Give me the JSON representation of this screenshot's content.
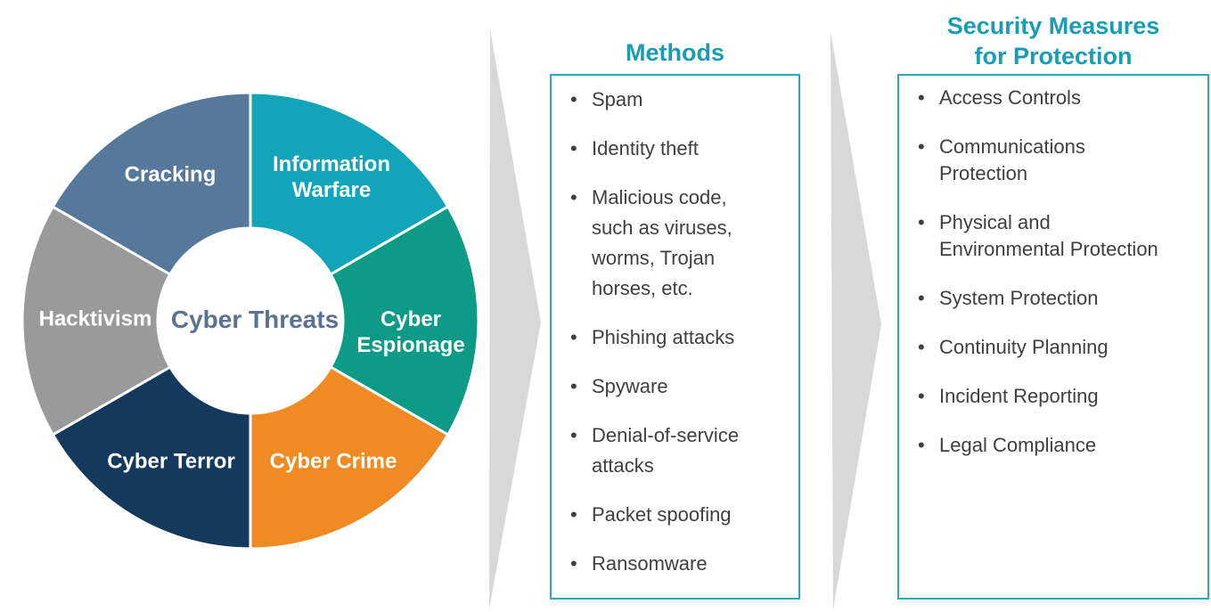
{
  "chart_data": {
    "type": "pie",
    "style": "donut",
    "title": "Cyber Threats",
    "center_label": "Cyber Threats",
    "legend_position": "labels-on-slices",
    "segments": [
      {
        "label": "Information\nWarfare",
        "value": 1,
        "angle_span_deg": 60,
        "start_angle": 0,
        "end_angle": 60,
        "color": "#12a5ba"
      },
      {
        "label": "Cyber\nEspionage",
        "value": 1,
        "angle_span_deg": 60,
        "start_angle": 60,
        "end_angle": 120,
        "color": "#0d9b87"
      },
      {
        "label": "Cyber Crime",
        "value": 1,
        "angle_span_deg": 60,
        "start_angle": 120,
        "end_angle": 180,
        "color": "#f08b24"
      },
      {
        "label": "Cyber Terror",
        "value": 1,
        "angle_span_deg": 60,
        "start_angle": 180,
        "end_angle": 240,
        "color": "#14395d"
      },
      {
        "label": "Hacktivism",
        "value": 1,
        "angle_span_deg": 60,
        "start_angle": 240,
        "end_angle": 300,
        "color": "#9a9a9a"
      },
      {
        "label": "Cracking",
        "value": 1,
        "angle_span_deg": 60,
        "start_angle": 300,
        "end_angle": 360,
        "color": "#56789b"
      }
    ]
  },
  "methods_panel": {
    "title": "Methods",
    "items": [
      "Spam",
      "Identity theft",
      "Malicious code,\nsuch as viruses,\nworms, Trojan\nhorses, etc.",
      "Phishing attacks",
      "Spyware",
      "Denial-of-service\nattacks",
      "Packet spoofing",
      "Ransomware"
    ]
  },
  "security_panel": {
    "title": "Security Measures\nfor Protection",
    "items": [
      "Access Controls",
      "Communications\nProtection",
      "Physical and\nEnvironmental Protection",
      "System Protection",
      "Continuity Planning",
      "Incident Reporting",
      "Legal Compliance"
    ]
  },
  "colors": {
    "heading_teal": "#1b9cb5",
    "box_border_teal": "#2ca8bc",
    "arrow_gray": "#d8d8d8",
    "list_text": "#3f3f3f",
    "center_text": "#5a7390",
    "segment_separator": "#ffffff"
  }
}
